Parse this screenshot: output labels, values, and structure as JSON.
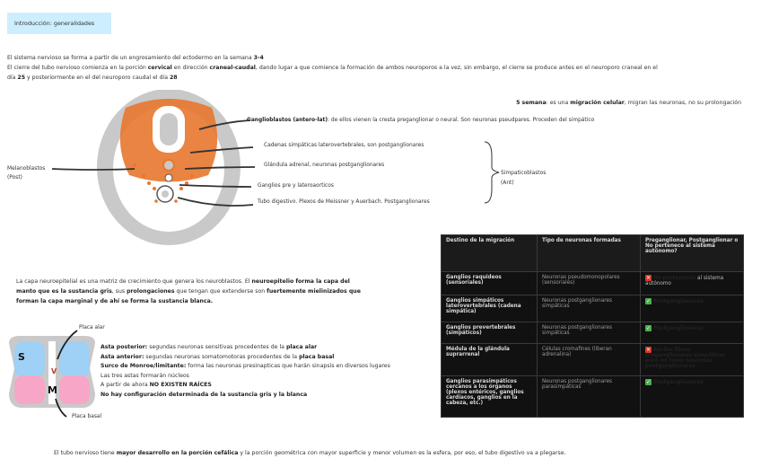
{
  "header": {
    "title": "Introducción: generalidades"
  },
  "intro": {
    "p1_a": "El sistema nervioso se forma a partir de un engrosamiento del ectodermo en la semana ",
    "p1_b": "3-4",
    "p2_a": "El cierre del tubo nervioso comienza en la porción ",
    "p2_b": "cervical",
    "p2_c": " en dirección ",
    "p2_d": "craneal-caudal",
    "p2_e": ", dando lugar a que comience la formación de ambos neuroporos a la vez, sin embargo, el cierre se produce antes en el neuroporo craneal en el",
    "p3_a": "día ",
    "p3_b": "25",
    "p3_c": " y posteriormente en el del neuroporo caudal el día ",
    "p3_d": "28"
  },
  "week5": {
    "a": "5 semana",
    "b": ": es una ",
    "c": "migración celular",
    "d": ", migran las neuronas, no su prolongación"
  },
  "diagram": {
    "ganglioblastos_a": "Ganglioblastos (antero-lat)",
    "ganglioblastos_b": ": de ellos vienen la cresta preganglionar o neural. Son neuronas pseudpares. Proceden del simpático",
    "cadenas": "Cadenas simpáticas laterovertebrales, son postganglionares",
    "glandula": "Glándula adrenal, neuronas postganglionares",
    "ganglios_pre": "Ganglios pre y lateroaorticos",
    "tubo": "Tubo digestivo. Plexos de Meissner y Auerbach. Postganglionares",
    "melanoblastos": "Melanoblastos",
    "melanoblastos_sub": "(Post)",
    "simpatico": "Simpaticoblastos",
    "simpatico_sub": "(Ant)"
  },
  "neuro_para": {
    "a": "La capa neuroepitelial es una matriz de crecimiento que genera los neuroblastos. El ",
    "b": "neuroepitelio forma la capa del",
    "c": "manto que es la sustancia gris",
    "d": ", sus ",
    "e": "prolongaciones",
    "f": " que tengan que extenderse son ",
    "g": "fuertemente mielinizados que",
    "h": "forman la capa marginal y de ahí se forma la sustancia blanca."
  },
  "plates": {
    "alar": "Placa alar",
    "basal": "Placa basal",
    "s": "S",
    "v": "V",
    "m": "M"
  },
  "axes": {
    "post_a": "Asta posterior:",
    "post_b": " segundas neuronas sensitivas procedentes de la ",
    "post_c": "placa alar",
    "ant_a": "Asta anterior:",
    "ant_b": " segundas neuronas somatomotoras procedentes de la ",
    "ant_c": "placa basal",
    "surco_a": "Surco de Monroe/limitante:",
    "surco_b": " forma las neuronas presinapticas que harán sinapsis en diversos lugares",
    "tres": "Las tres astas formarán núcleos",
    "raices_a": "A partir de ahora ",
    "raices_b": "NO EXISTEN RAÍCES",
    "config": "No hay configuración determinada de la sustancia gris y la blanca"
  },
  "table": {
    "headers": [
      "Destino de la migración",
      "Tipo de neuronas formadas",
      "Preganglionar, Postganglionar o No pertenece al sistema autónomo?"
    ],
    "rows": [
      {
        "dest": "Ganglios raquídeos (sensoriales)",
        "tipo": "Neuronas pseudomonopolares (sensoriales)",
        "status_icon": "x",
        "status_bold": "No pertenecen",
        "status_rest": " al sistema autónomo"
      },
      {
        "dest": "Ganglios simpáticos laterovertebrales (cadena simpática)",
        "tipo": "Neuronas postganglionares simpáticas",
        "status_icon": "check",
        "status_bold": "Postganglionares",
        "status_rest": ""
      },
      {
        "dest": "Ganglios prevertebrales (simpáticos)",
        "tipo": "Neuronas postganglionares simpáticas",
        "status_icon": "check",
        "status_bold": "Postganglionares",
        "status_rest": ""
      },
      {
        "dest": "Médula de la glándula suprarrenal",
        "tipo": "Células cromafines (liberan adrenalina)",
        "status_icon": "x",
        "status_bold": "Recibe fibras preganglionares simpáticas pero no tiene neuronas postganglionares",
        "status_rest": ""
      },
      {
        "dest": "Ganglios parasimpáticos cercanos a los órganos (plexos entéricos, ganglios cardíacos, ganglios en la cabeza, etc.)",
        "tipo": "Neuronas postganglionares parasimpáticas",
        "status_icon": "check",
        "status_bold": "Postganglionares",
        "status_rest": ""
      }
    ]
  },
  "footer": {
    "a": "El tubo nervioso tiene ",
    "b": "mayor desarrollo en la porción cefálica",
    "c": " y la porción geométrica con mayor superficie y menor volumen es la esfera, por eso, el tubo digestivo va a plegarse."
  },
  "colors": {
    "orange": "#e8772e",
    "gray": "#c9c9c9",
    "blue": "#9fd0f5",
    "pink": "#f7a6c8",
    "title_bg": "#cdeefe"
  }
}
